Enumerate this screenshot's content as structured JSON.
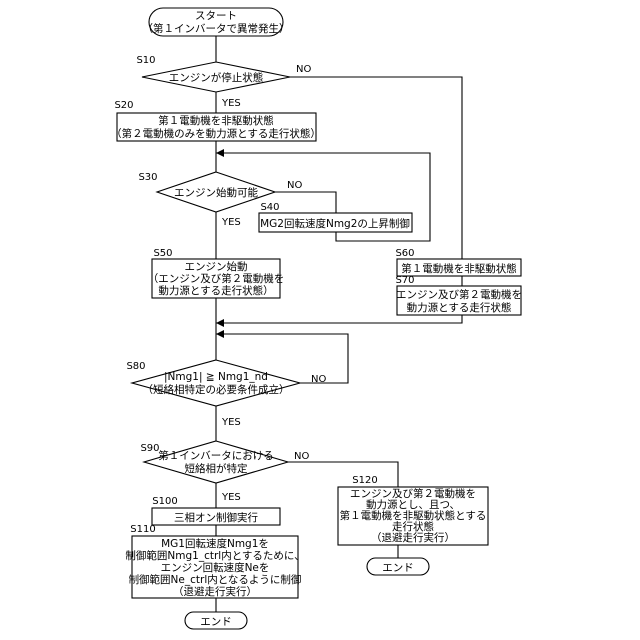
{
  "start": {
    "lines": [
      "スタート",
      "（第１インバータで異常発生）"
    ]
  },
  "end_label": "エンド",
  "yes": "YES",
  "no": "NO",
  "steps": {
    "S10": {
      "id": "S10",
      "lines": [
        "エンジンが停止状態"
      ]
    },
    "S20": {
      "id": "S20",
      "lines": [
        "第１電動機を非駆動状態",
        "（第２電動機のみを動力源とする走行状態）"
      ]
    },
    "S30": {
      "id": "S30",
      "lines": [
        "エンジン始動可能"
      ]
    },
    "S40": {
      "id": "S40",
      "lines": [
        "MG2回転速度Nmg2の上昇制御"
      ]
    },
    "S50": {
      "id": "S50",
      "lines": [
        "エンジン始動",
        "（エンジン及び第２電動機を",
        "動力源とする走行状態）"
      ]
    },
    "S60": {
      "id": "S60",
      "lines": [
        "第１電動機を非駆動状態"
      ]
    },
    "S70": {
      "id": "S70",
      "lines": [
        "エンジン及び第２電動機を",
        "動力源とする走行状態"
      ]
    },
    "S80": {
      "id": "S80",
      "lines": [
        "|Nmg1| ≧ Nmg1_nd",
        "（短絡相特定の必要条件成立）"
      ]
    },
    "S90": {
      "id": "S90",
      "lines": [
        "第１インバータにおける",
        "短絡相が特定"
      ]
    },
    "S100": {
      "id": "S100",
      "lines": [
        "三相オン制御実行"
      ]
    },
    "S110": {
      "id": "S110",
      "lines": [
        "MG1回転速度Nmg1を",
        "制御範囲Nmg1_ctrl内とするために、",
        "エンジン回転速度Neを",
        "制御範囲Ne_ctrl内となるように制御",
        "（退避走行実行）"
      ]
    },
    "S120": {
      "id": "S120",
      "lines": [
        "エンジン及び第２電動機を",
        "動力源とし、且つ、",
        "第１電動機を非駆動状態とする",
        "走行状態",
        "（退避走行実行）"
      ]
    }
  }
}
